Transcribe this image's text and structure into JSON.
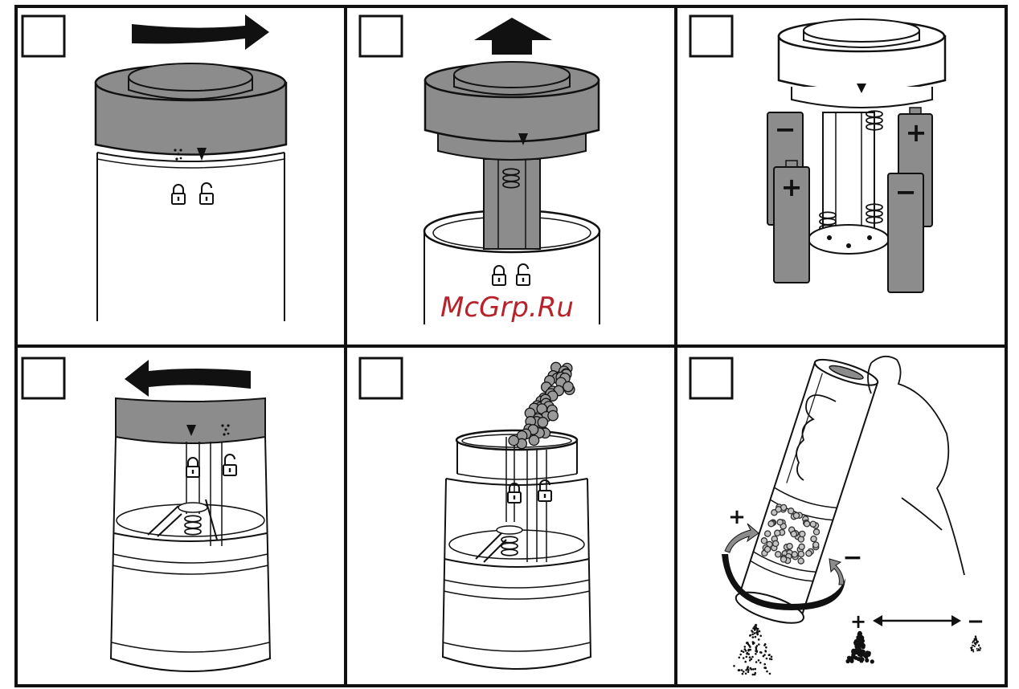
{
  "watermark": "McGrp.Ru",
  "colors": {
    "frame": "#111111",
    "cap": "#8c8c8c",
    "battery": "#8c8c8c",
    "pepper": "#9a9a9a",
    "watermark": "#b8232b"
  },
  "panels": [
    {
      "id": 1,
      "step_box_text": "",
      "action": "rotate-cap-to-unlock",
      "icons": [
        "lock-icon",
        "unlock-icon",
        "pepper-dots-icon",
        "pointer-triangle-icon",
        "arrow-right-icon"
      ]
    },
    {
      "id": 2,
      "step_box_text": "",
      "action": "lift-cap-off",
      "icons": [
        "arrow-up-icon",
        "lock-icon",
        "unlock-icon",
        "pointer-triangle-icon"
      ]
    },
    {
      "id": 3,
      "step_box_text": "",
      "action": "insert-batteries",
      "battery_signs": [
        "−",
        "+",
        "+",
        "−"
      ]
    },
    {
      "id": 4,
      "step_box_text": "",
      "action": "rotate-cap-to-lock",
      "icons": [
        "arrow-left-icon",
        "lock-icon",
        "unlock-icon",
        "pointer-triangle-icon",
        "pepper-dots-icon"
      ]
    },
    {
      "id": 5,
      "step_box_text": "",
      "action": "fill-peppercorns",
      "icons": [
        "peppercorn-stream-icon",
        "lock-icon",
        "unlock-icon"
      ]
    },
    {
      "id": 6,
      "step_box_text": "",
      "action": "adjust-coarseness",
      "ring_plus": "+",
      "ring_minus": "−",
      "scale_plus": "+",
      "scale_minus": "−"
    }
  ]
}
